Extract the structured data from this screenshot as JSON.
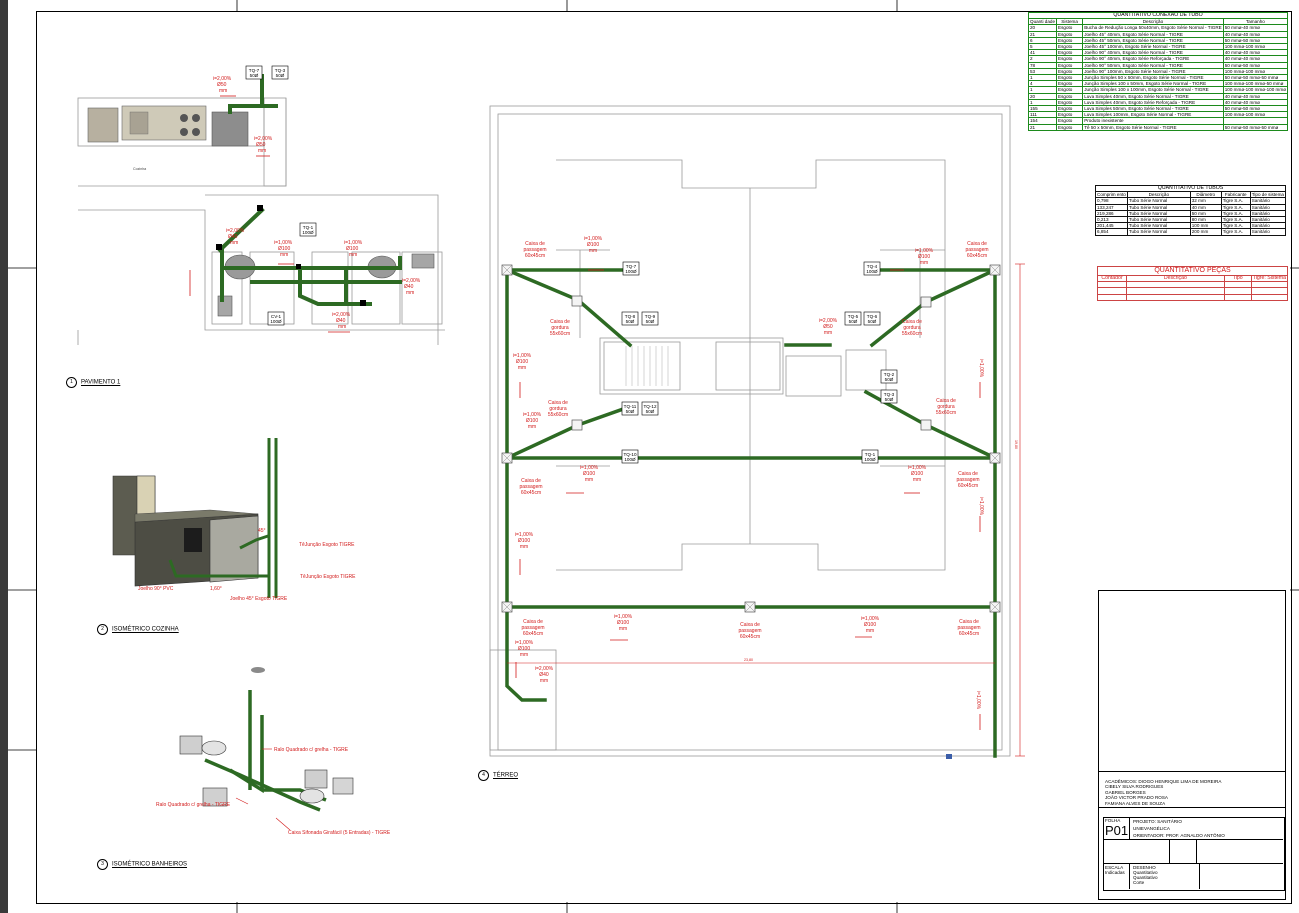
{
  "sheet": {
    "title_block": {
      "authors": [
        "ACADÊMICOS: DIOGO HENRIQUE LIMA DE MOREIRA",
        "CIBELY SILVA RODRIGUES",
        "GABRIEL BORGES",
        "JOÃO VICTOR PRADO ROSA",
        "FAMIANA ALVES DE SOUZA"
      ],
      "sheet_label": "FOLHA",
      "sheet_number": "P01",
      "project": "PROJETO: SANITÁRIO",
      "university": "UNIEVANGÉLICA",
      "advisor": "ORIENTADOR: PROF. AGNALDO ANTÔNIO",
      "scale_label": "ESCALA",
      "scale_value": "Indicadas",
      "drawing_label": "DESENHO",
      "drawing_items": [
        "Quantitativo",
        "Quantitativo",
        "Corte"
      ]
    },
    "views": [
      {
        "num": "1",
        "label": "PAVIMENTO 1"
      },
      {
        "num": "2",
        "label": "ISOMÉTRICO COZINHA"
      },
      {
        "num": "3",
        "label": "ISOMÉTRICO BANHEIROS"
      },
      {
        "num": "4",
        "label": "TÉRREO"
      }
    ]
  },
  "tables": {
    "conexao": {
      "title": "QUANTITATIVO CONEXÃO DE TUBO",
      "headers": [
        "Quanti dade",
        "Sistema",
        "Descrição",
        "Tamanho"
      ],
      "rows": [
        [
          "20",
          "Esgoto",
          "Bucha de Redução Longa 50x40mm, Esgoto Série Normal - TIGRE",
          "50 mmø-40 mmø"
        ],
        [
          "21",
          "Esgoto",
          "Joelho 45° 40mm, Esgoto Série Normal - TIGRE",
          "40 mmø-40 mmø"
        ],
        [
          "6",
          "Esgoto",
          "Joelho 45° 50mm, Esgoto Série Normal - TIGRE",
          "50 mmø-50 mmø"
        ],
        [
          "5",
          "Esgoto",
          "Joelho 45° 100mm, Esgoto Série Normal - TIGRE",
          "100 mmø-100 mmø"
        ],
        [
          "41",
          "Esgoto",
          "Joelho 90° 40mm, Esgoto Série Normal - TIGRE",
          "40 mmø-40 mmø"
        ],
        [
          "2",
          "Esgoto",
          "Joelho 90° 40mm, Esgoto Série Reforçada - TIGRE",
          "40 mmø-40 mmø"
        ],
        [
          "78",
          "Esgoto",
          "Joelho 90° 50mm, Esgoto Série Normal - TIGRE",
          "50 mmø-50 mmø"
        ],
        [
          "53",
          "Esgoto",
          "Joelho 90° 100mm, Esgoto Série Normal - TIGRE",
          "100 mmø-100 mmø"
        ],
        [
          "1",
          "Esgoto",
          "Junção Simples 50 x 50mm, Esgoto Série Normal - TIGRE",
          "50 mmø-50 mmø-50 mmø"
        ],
        [
          "4",
          "Esgoto",
          "Junção Simples 100 x 50mm, Esgoto Série Normal - TIGRE",
          "100 mmø-100 mmø-50 mmø"
        ],
        [
          "1",
          "Esgoto",
          "Junção Simples 100 x 100mm, Esgoto Série Normal - TIGRE",
          "100 mmø-100 mmø-100 mmø"
        ],
        [
          "20",
          "Esgoto",
          "Luva Simples 40mm, Esgoto Série Normal - TIGRE",
          "40 mmø-40 mmø"
        ],
        [
          "1",
          "Esgoto",
          "Luva Simples 40mm, Esgoto Série Reforçada - TIGRE",
          "40 mmø-40 mmø"
        ],
        [
          "155",
          "Esgoto",
          "Luva Simples 50mm, Esgoto Série Normal - TIGRE",
          "50 mmø-50 mmø"
        ],
        [
          "111",
          "Esgoto",
          "Luva Simples 100mm, Esgoto Série Normal - TIGRE",
          "100 mmø-100 mmø"
        ],
        [
          "154",
          "Esgoto",
          "Produto inexistente",
          ""
        ],
        [
          "21",
          "Esgoto",
          "Tê 50 x 50mm, Esgoto Série Normal - TIGRE",
          "50 mmø-50 mmø-50 mmø"
        ]
      ]
    },
    "tubos": {
      "title": "QUANTITATIVO DE TUBOS",
      "headers": [
        "Comprim ento",
        "Descrição",
        "Diâmetro",
        "Fabricante",
        "Tipo de sistema"
      ],
      "rows": [
        [
          "0,798",
          "Tubo Série Normal",
          "32 mm",
          "Tigre S.A.",
          "Sanitário"
        ],
        [
          "133,247",
          "Tubo Série Normal",
          "40 mm",
          "Tigre S.A.",
          "Sanitário"
        ],
        [
          "219,286",
          "Tubo Série Normal",
          "50 mm",
          "Tigre S.A.",
          "Sanitário"
        ],
        [
          "0,213",
          "Tubo Série Normal",
          "80 mm",
          "Tigre S.A.",
          "Sanitário"
        ],
        [
          "201,445",
          "Tubo Série Normal",
          "100 mm",
          "Tigre S.A.",
          "Sanitário"
        ],
        [
          "6,854",
          "Tubo Série Normal",
          "200 mm",
          "Tigre S.A.",
          "Sanitário"
        ]
      ]
    },
    "pecas": {
      "title": "QUANTITATIVO PEÇAS",
      "headers": [
        "Contador",
        "Descrição",
        "Tipo",
        "Tigre: Sistema"
      ]
    }
  },
  "labels": {
    "pipe_slopes": {
      "i100_100": [
        "i=1,00%",
        "Ø100",
        "mm"
      ],
      "i100_40": [
        "i=2,00%",
        "Ø40",
        "mm"
      ],
      "i200_50": [
        "i=2,00%",
        "Ø50",
        "mm"
      ]
    },
    "boxes": {
      "passagem": [
        "Caixa de",
        "passagem",
        "60x45cm"
      ],
      "gordura": [
        "Caixa de",
        "gordura",
        "55x60cm"
      ]
    },
    "tq": [
      "TQ-1",
      "TQ-2",
      "TQ-3",
      "TQ-4",
      "TQ-5",
      "TQ-6",
      "TQ-7",
      "TQ-8",
      "TQ-9",
      "TQ-10",
      "TQ-11",
      "TQ-12"
    ],
    "tq_sizes": [
      "100Ø",
      "50Ø"
    ],
    "cv": "CV-1",
    "kitchen": "Cozinha",
    "iso_kitchen": [
      "TêJunção Esgoto TIGRE",
      "TêJunção Esgoto TIGRE",
      "Joelho 90° PVC",
      "Joelho 45° Esgoto TIGRE",
      "45°",
      "1,60°"
    ],
    "iso_bath": [
      "Ralo Quadrado c/ grelha - TIGRE",
      "Ralo Quadrado c/ grelha - TIGRE",
      "Caixa Sifonada Girafácil (5 Entradas) - TIGRE"
    ],
    "dims": [
      "23,80",
      "19,80"
    ]
  },
  "colors": {
    "pipe": "#2d6a23",
    "annotation": "#d21a1a",
    "table_green": "#1c8a1c"
  }
}
